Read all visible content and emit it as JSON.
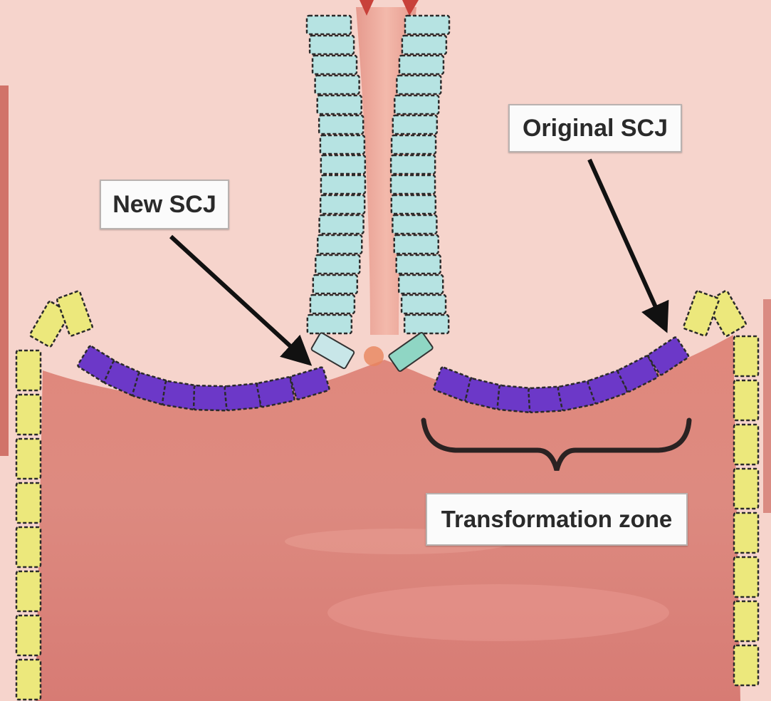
{
  "labels": {
    "new_scj": "New SCJ",
    "original_scj": "Original SCJ",
    "transformation_zone": "Transformation zone"
  },
  "colors": {
    "background": "#f6d4cc",
    "stroma": "#d9837a",
    "squamous_cells": "#b6e3e2",
    "columnar_cells": "#6c38c8",
    "outer_cells": "#ece87c",
    "arrow": "#111111"
  }
}
